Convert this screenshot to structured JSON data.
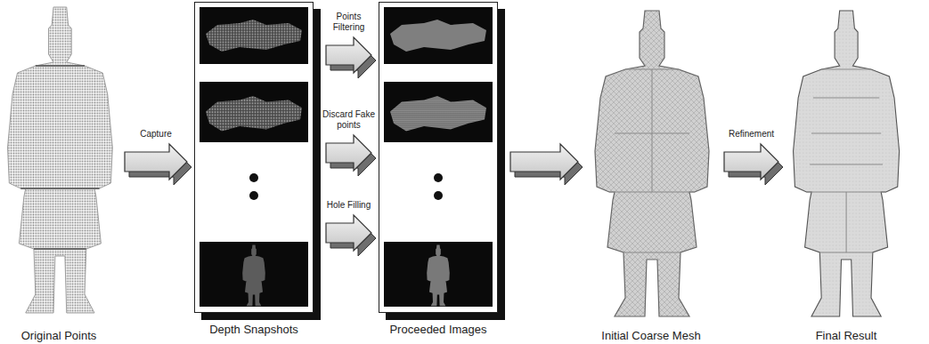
{
  "diagram": {
    "nodes": [
      {
        "text": [
          "Original Points"
        ]
      },
      {
        "text": [
          "Depth Snapshots"
        ]
      },
      {
        "text": [
          "Proceeded Images"
        ]
      },
      {
        "text": [
          "Initial Coarse Mesh"
        ]
      },
      {
        "text": [
          "Final Result"
        ]
      }
    ],
    "edges": [
      {
        "from": 0,
        "to": 1,
        "label": "Capture",
        "arrow": "to"
      },
      {
        "from": 1,
        "to": 2,
        "label": "Points Filtering",
        "arrow": "to"
      },
      {
        "from": 1,
        "to": 2,
        "label": "Discard Fake points",
        "arrow": "to"
      },
      {
        "from": 1,
        "to": 2,
        "label": "Hole Filling",
        "arrow": "to"
      },
      {
        "from": 2,
        "to": 3,
        "arrow": "to"
      },
      {
        "from": 3,
        "to": 4,
        "label": "Refinement",
        "arrow": "to"
      }
    ]
  }
}
